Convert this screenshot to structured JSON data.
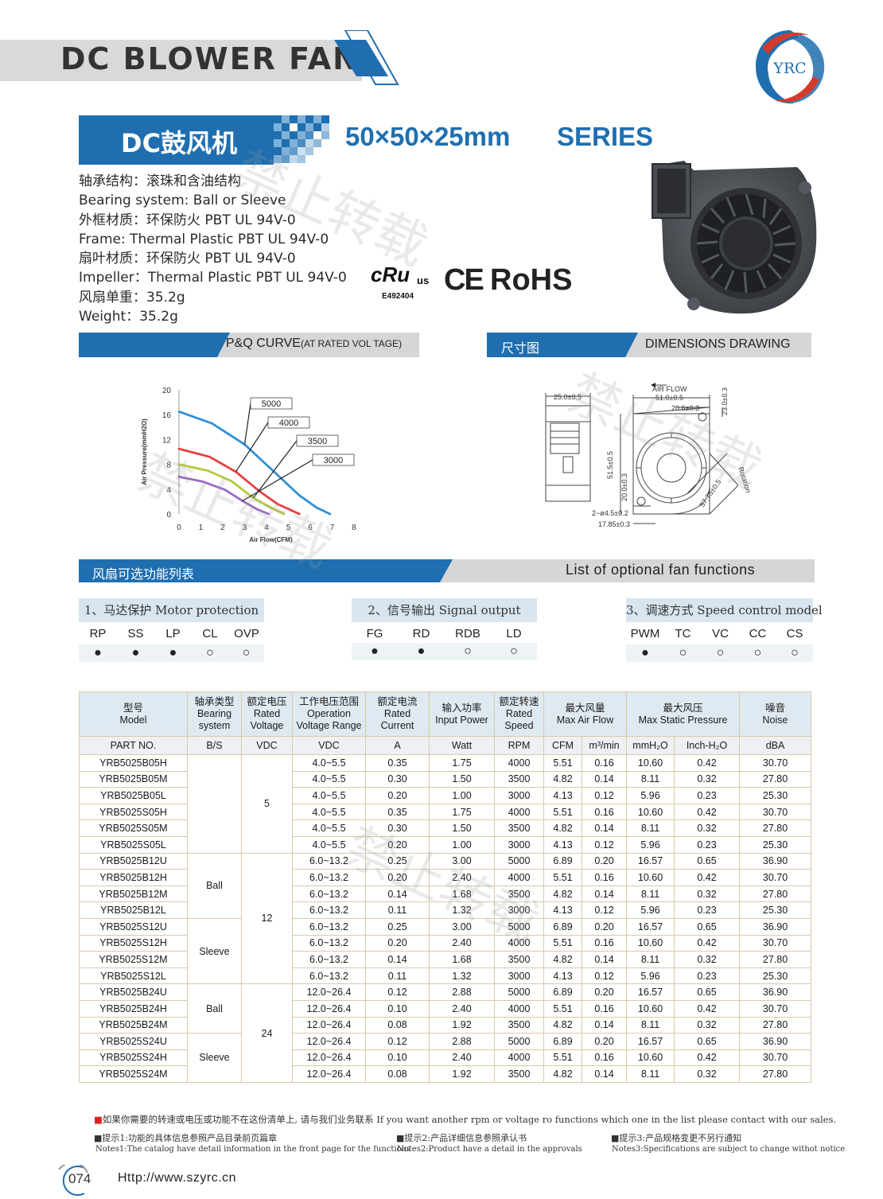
{
  "header": {
    "title": "DC BLOWER FAN",
    "logo_text": "YRC"
  },
  "subtitle": {
    "cn": "DC鼓风机",
    "size": "50×50×25mm",
    "series": "SERIES"
  },
  "specs": [
    "轴承结构：滚珠和含油结构",
    "Bearing system:  Ball or Sleeve",
    "外框材质：环保防火 PBT UL 94V-0",
    "Frame: Thermal Plastic PBT UL 94V-0",
    "扇叶材质：环保防火 PBT UL 94V-0",
    "Impeller：Thermal Plastic PBT UL 94V-0",
    "风扇单重：35.2g",
    "Weight：35.2g"
  ],
  "certs": {
    "ul": "cRu",
    "us": "us",
    "number": "E492404",
    "ce": "CE",
    "rohs": "RoHS"
  },
  "sections": {
    "pq_curve": "P&Q CURVE",
    "pq_note": "(AT RATED VOL TAGE)",
    "dim_cn": "尺寸图",
    "dim_en": "DIMENSIONS  DRAWING",
    "options_cn": "风扇可选功能列表",
    "options_en": "List of optional fan functions"
  },
  "chart_data": {
    "type": "line",
    "xlabel": "Air Flow(CFM)",
    "ylabel": "Air Pressure(mmH2O)",
    "xlim": [
      0,
      8
    ],
    "ylim": [
      0,
      20
    ],
    "x_ticks": [
      0,
      1,
      2,
      3,
      4,
      5,
      6,
      7,
      8
    ],
    "y_ticks": [
      0,
      4,
      8,
      12,
      16,
      20
    ],
    "series": [
      {
        "name": "5000",
        "color": "#2f8fd8",
        "points": [
          [
            0,
            16.5
          ],
          [
            1.5,
            14.6
          ],
          [
            3,
            11.2
          ],
          [
            4.5,
            6.3
          ],
          [
            5.5,
            3.0
          ],
          [
            6.3,
            1.0
          ],
          [
            6.9,
            0
          ]
        ]
      },
      {
        "name": "4000",
        "color": "#e84040",
        "points": [
          [
            0,
            10.5
          ],
          [
            1.4,
            9.2
          ],
          [
            2.6,
            6.8
          ],
          [
            3.7,
            3.6
          ],
          [
            4.5,
            1.6
          ],
          [
            5.5,
            0
          ]
        ]
      },
      {
        "name": "3500",
        "color": "#b8c840",
        "points": [
          [
            0,
            8.0
          ],
          [
            1.3,
            7.0
          ],
          [
            2.4,
            5.3
          ],
          [
            3.4,
            2.6
          ],
          [
            4.2,
            1.0
          ],
          [
            4.8,
            0
          ]
        ]
      },
      {
        "name": "3000",
        "color": "#9a6ac8",
        "points": [
          [
            0,
            6.0
          ],
          [
            1.1,
            5.2
          ],
          [
            2.1,
            3.9
          ],
          [
            2.9,
            2.1
          ],
          [
            3.6,
            0.7
          ],
          [
            4.1,
            0
          ]
        ]
      }
    ]
  },
  "dimensions": {
    "air_flow": "AIR FLOW",
    "rotation": "Rotation",
    "labels": [
      "25.0±0.5",
      "51.0±0.5",
      "20.6±0.3",
      "23.0±0.3",
      "51.5±0.5",
      "20.0±0.3",
      "2−ø4.5±0.2",
      "17.85±0.3",
      "57.75±0.5"
    ]
  },
  "options": {
    "motor": {
      "title": "1、马达保护 Motor protection",
      "codes": [
        "RP",
        "SS",
        "LP",
        "CL",
        "OVP"
      ],
      "marks": [
        "●",
        "●",
        "●",
        "○",
        "○"
      ]
    },
    "signal": {
      "title": "2、信号输出 Signal output",
      "codes": [
        "FG",
        "RD",
        "RDB",
        "LD"
      ],
      "marks": [
        "●",
        "●",
        "○",
        "○"
      ]
    },
    "speed": {
      "title": "3、调速方式 Speed control model",
      "codes": [
        "PWM",
        "TC",
        "VC",
        "CC",
        "CS"
      ],
      "marks": [
        "●",
        "○",
        "○",
        "○",
        "○"
      ]
    }
  },
  "table": {
    "headers": [
      "型号\nModel",
      "轴承类型\nBearing\nsystem",
      "额定电压\nRated\nVoltage",
      "工作电压范围\nOperation\nVoltage Range",
      "额定电流\nRated\nCurrent",
      "输入功率\nInput Power",
      "额定转速\nRated\nSpeed",
      "最大风量\nMax Air Flow",
      "最大风压\nMax Static Pressure",
      "噪音\nNoise"
    ],
    "units": [
      "PART NO.",
      "B/S",
      "VDC",
      "VDC",
      "A",
      "Watt",
      "RPM",
      "CFM",
      "m³/min",
      "mmH₂O",
      "Inch-H₂O",
      "dBA"
    ],
    "groups": {
      "bs": [
        "Ball",
        "Sleeve",
        "Ball",
        "Sleeve"
      ],
      "vdc": [
        "5",
        "12",
        "24"
      ]
    },
    "rows": [
      [
        "YRB5025B05H",
        "4.0~5.5",
        "0.35",
        "1.75",
        "4000",
        "5.51",
        "0.16",
        "10.60",
        "0.42",
        "30.70"
      ],
      [
        "YRB5025B05M",
        "4.0~5.5",
        "0.30",
        "1.50",
        "3500",
        "4.82",
        "0.14",
        "8.11",
        "0.32",
        "27.80"
      ],
      [
        "YRB5025B05L",
        "4.0~5.5",
        "0.20",
        "1.00",
        "3000",
        "4.13",
        "0.12",
        "5.96",
        "0.23",
        "25.30"
      ],
      [
        "YRB5025S05H",
        "4.0~5.5",
        "0.35",
        "1.75",
        "4000",
        "5.51",
        "0.16",
        "10.60",
        "0.42",
        "30.70"
      ],
      [
        "YRB5025S05M",
        "4.0~5.5",
        "0.30",
        "1.50",
        "3500",
        "4.82",
        "0.14",
        "8.11",
        "0.32",
        "27.80"
      ],
      [
        "YRB5025S05L",
        "4.0~5.5",
        "0.20",
        "1.00",
        "3000",
        "4.13",
        "0.12",
        "5.96",
        "0.23",
        "25.30"
      ],
      [
        "YRB5025B12U",
        "6.0~13.2",
        "0.25",
        "3.00",
        "5000",
        "6.89",
        "0.20",
        "16.57",
        "0.65",
        "36.90"
      ],
      [
        "YRB5025B12H",
        "6.0~13.2",
        "0.20",
        "2.40",
        "4000",
        "5.51",
        "0.16",
        "10.60",
        "0.42",
        "30.70"
      ],
      [
        "YRB5025B12M",
        "6.0~13.2",
        "0.14",
        "1.68",
        "3500",
        "4.82",
        "0.14",
        "8.11",
        "0.32",
        "27.80"
      ],
      [
        "YRB5025B12L",
        "6.0~13.2",
        "0.11",
        "1.32",
        "3000",
        "4.13",
        "0.12",
        "5.96",
        "0.23",
        "25.30"
      ],
      [
        "YRB5025S12U",
        "6.0~13.2",
        "0.25",
        "3.00",
        "5000",
        "6.89",
        "0.20",
        "16.57",
        "0.65",
        "36.90"
      ],
      [
        "YRB5025S12H",
        "6.0~13.2",
        "0.20",
        "2.40",
        "4000",
        "5.51",
        "0.16",
        "10.60",
        "0.42",
        "30.70"
      ],
      [
        "YRB5025S12M",
        "6.0~13.2",
        "0.14",
        "1.68",
        "3500",
        "4.82",
        "0.14",
        "8.11",
        "0.32",
        "27.80"
      ],
      [
        "YRB5025S12L",
        "6.0~13.2",
        "0.11",
        "1.32",
        "3000",
        "4.13",
        "0.12",
        "5.96",
        "0.23",
        "25.30"
      ],
      [
        "YRB5025B24U",
        "12.0~26.4",
        "0.12",
        "2.88",
        "5000",
        "6.89",
        "0.20",
        "16.57",
        "0.65",
        "36.90"
      ],
      [
        "YRB5025B24H",
        "12.0~26.4",
        "0.10",
        "2.40",
        "4000",
        "5.51",
        "0.16",
        "10.60",
        "0.42",
        "30.70"
      ],
      [
        "YRB5025B24M",
        "12.0~26.4",
        "0.08",
        "1.92",
        "3500",
        "4.82",
        "0.14",
        "8.11",
        "0.32",
        "27.80"
      ],
      [
        "YRB5025S24U",
        "12.0~26.4",
        "0.12",
        "2.88",
        "5000",
        "6.89",
        "0.20",
        "16.57",
        "0.65",
        "36.90"
      ],
      [
        "YRB5025S24H",
        "12.0~26.4",
        "0.10",
        "2.40",
        "4000",
        "5.51",
        "0.16",
        "10.60",
        "0.42",
        "30.70"
      ],
      [
        "YRB5025S24M",
        "12.0~26.4",
        "0.08",
        "1.92",
        "3500",
        "4.82",
        "0.14",
        "8.11",
        "0.32",
        "27.80"
      ]
    ]
  },
  "footer": {
    "contact": "如果你需要的转速或电压或功能不在这份清单上, 请与我们业务联系 If you want another rpm or voltage ro functions which one in the list please contact with our sales.",
    "tip1_cn": "■提示1:功能的具体信息参照产品目录前页篇章",
    "tip1_en": "Notes1:The catalog have detail information in the front page for the functions",
    "tip2_cn": "■提示2:产品详细信息参照承认书",
    "tip2_en": "Notes2:Product have a detail in the approvals",
    "tip3_cn": "■提示3:产品规格变更不另行通知",
    "tip3_en": "Notes3:Specifications are subject to change withot notice",
    "page": "074",
    "url": "Http://www.szyrc.cn"
  },
  "watermark": "禁止转载",
  "colors": {
    "brand_blue": "#1f6fb0",
    "band_gray": "#d6d6d6",
    "table_head": "#dfe9f1",
    "option_head": "#d8e5ee",
    "note_red": "#e02020"
  }
}
